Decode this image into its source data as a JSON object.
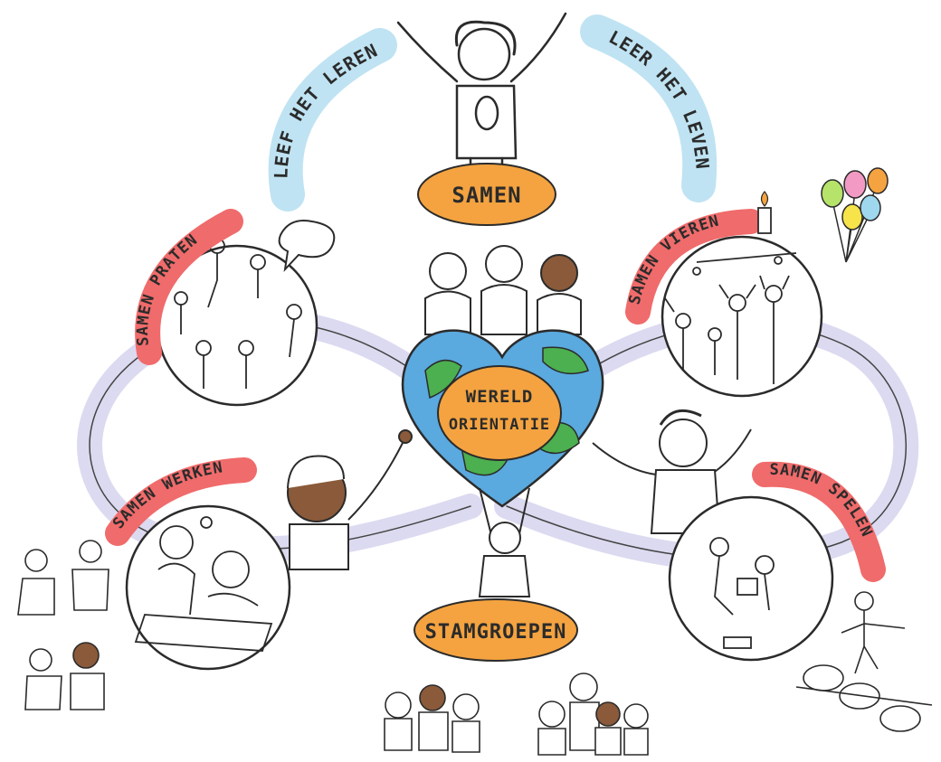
{
  "labels": {
    "top_left_arc": "LEEF HET LEREN",
    "top_right_arc": "LEER HET LEVEN",
    "samen": "SAMEN",
    "samen_praten": "SAMEN PRATEN",
    "samen_vieren": "SAMEN VIEREN",
    "samen_werken": "SAMEN WERKEN",
    "samen_spelen": "SAMEN SPELEN",
    "center_line1": "WERELD",
    "center_line2": "ORIENTATIE",
    "stamgroepen": "STAMGROEPEN"
  },
  "colors": {
    "ink": "#2b2b2b",
    "orange": "#f4a340",
    "blue_arc": "#bfe3f2",
    "red_tag": "#f06b6b",
    "track": "#dcdaf0",
    "globe_blue": "#5aa9df",
    "globe_green": "#4caf50",
    "balloon_colors": [
      "#f7e34a",
      "#f29ac4",
      "#f4a340",
      "#9fd7ef",
      "#b6e36a"
    ]
  }
}
